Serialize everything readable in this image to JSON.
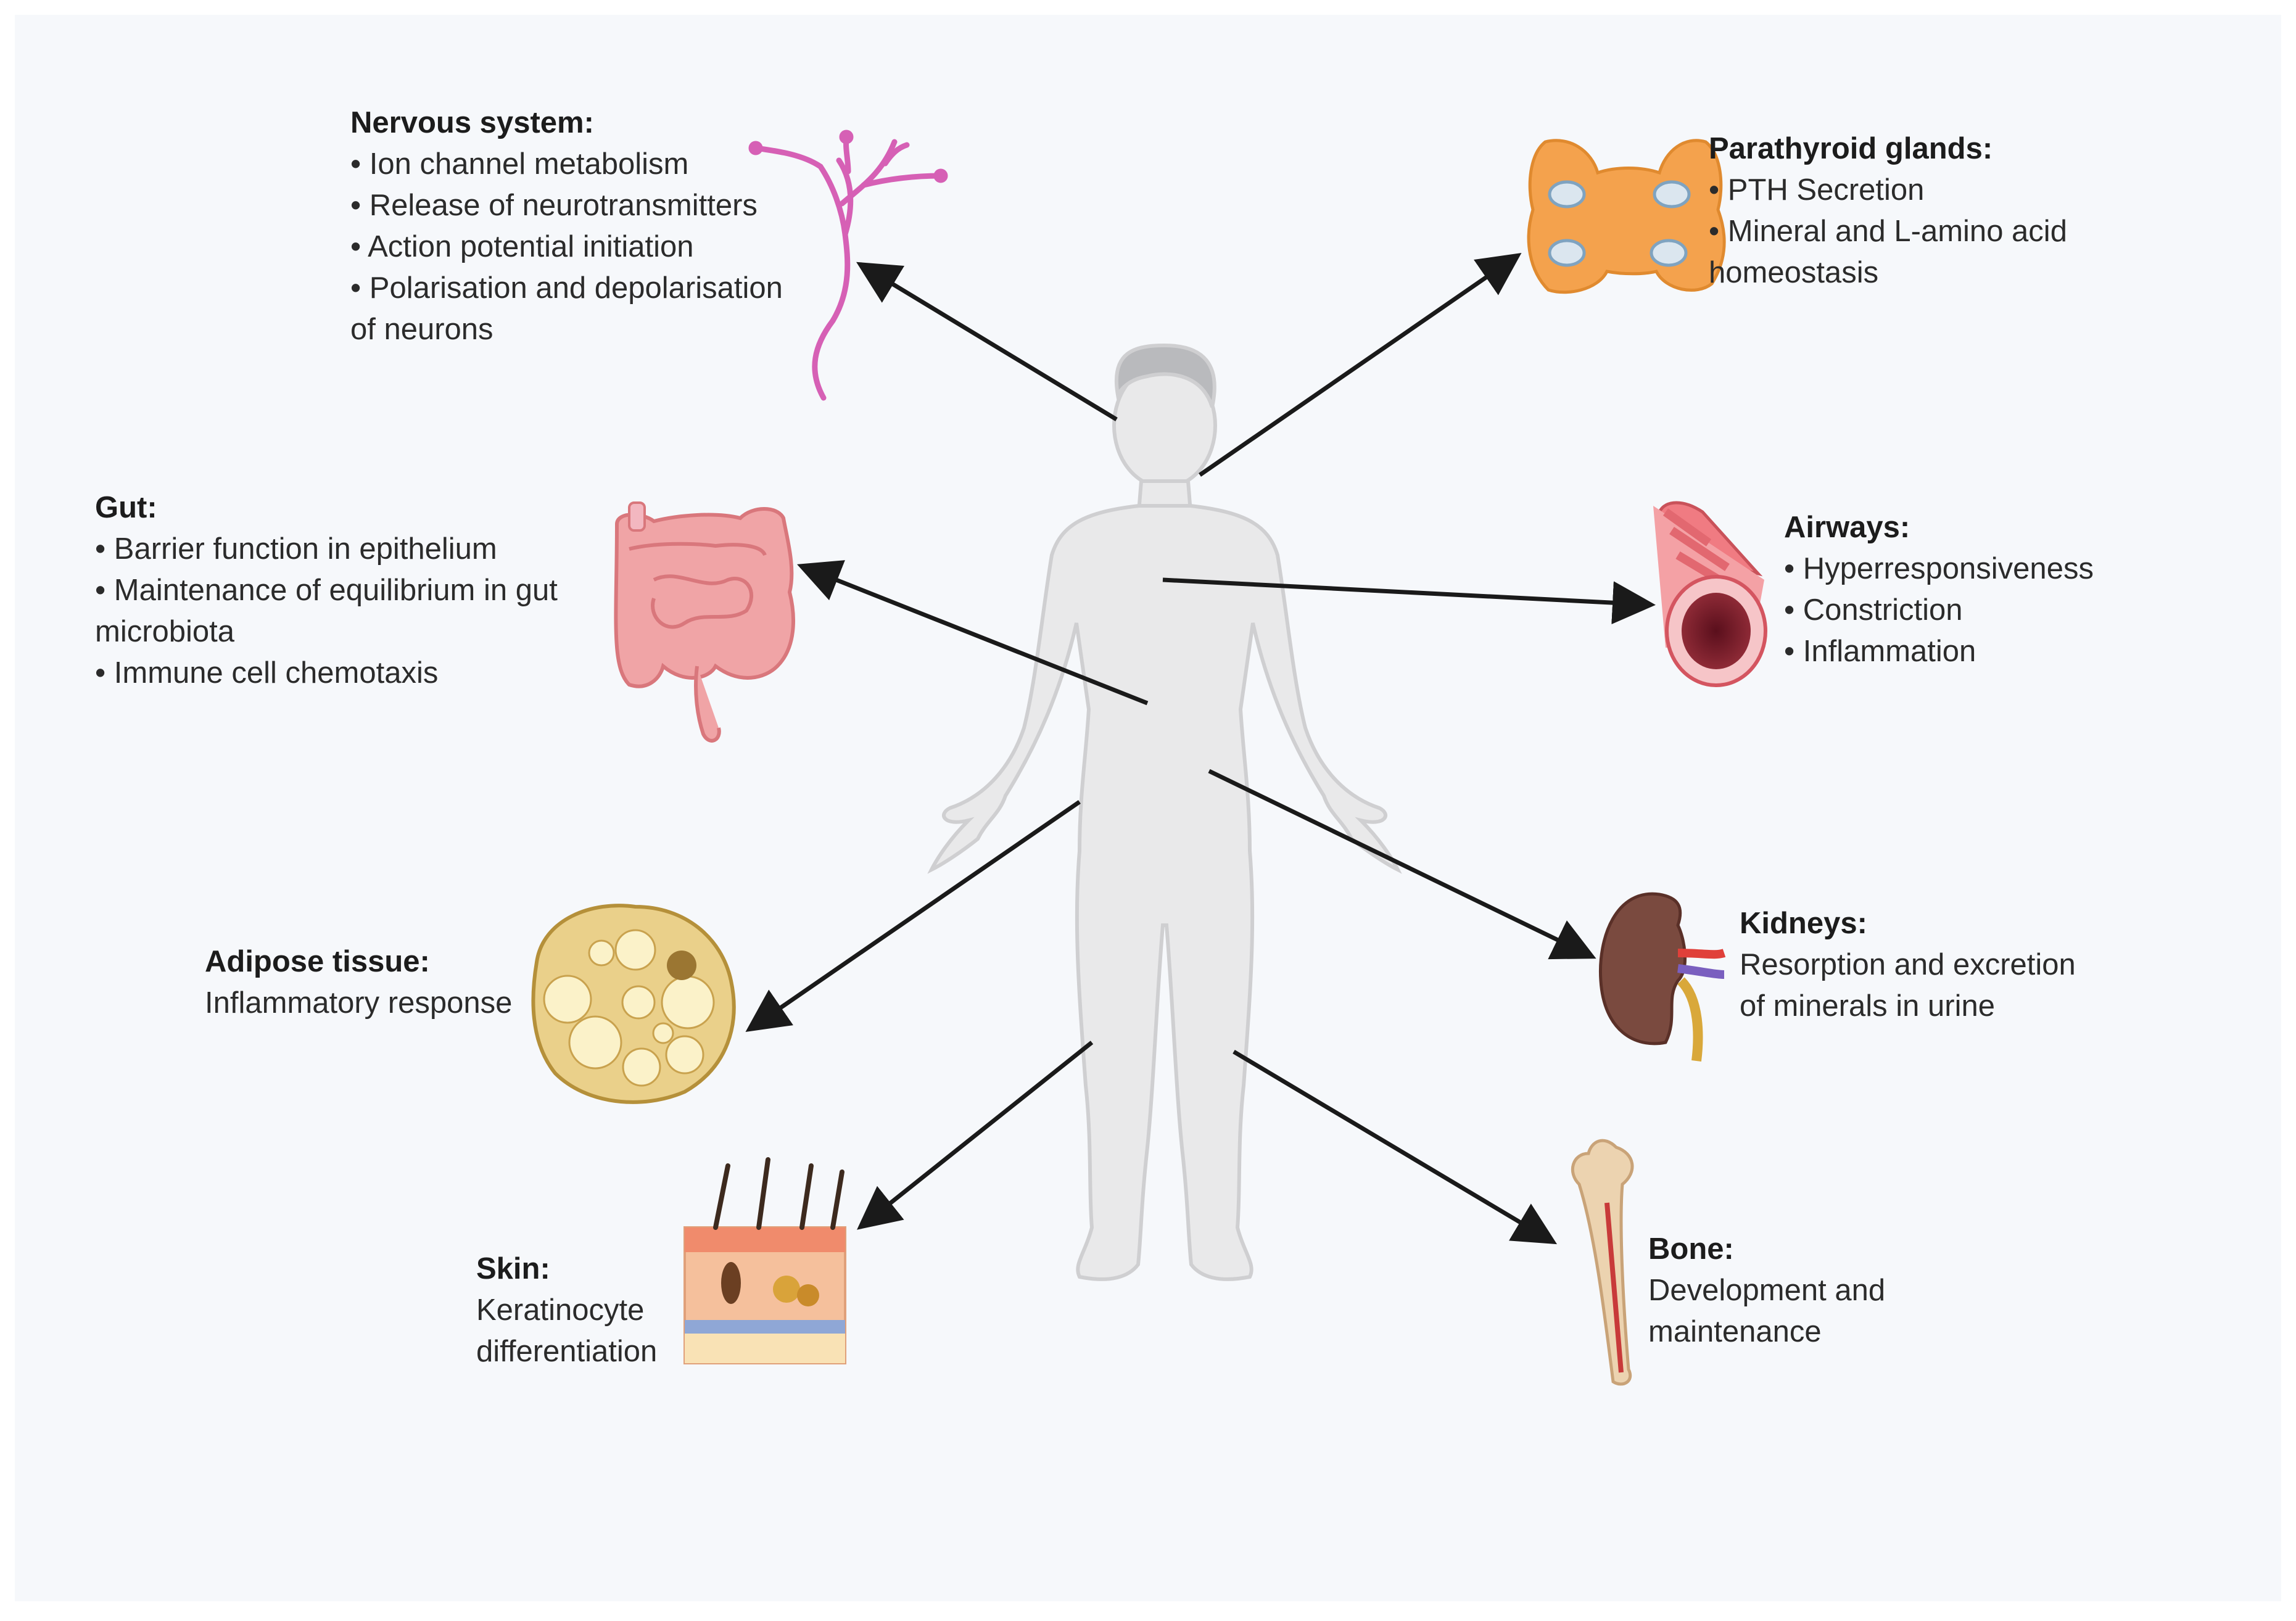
{
  "colors": {
    "background": "#f6f8fb",
    "arrow": "#1a1a1a",
    "body": "#e9e9ea",
    "neuron": "#d660b5",
    "parathyroid": "#f4a24d",
    "gut": "#e88a8f",
    "airway": "#e2646b",
    "adipose": "#d8b85c",
    "kidney": "#7a4a3f",
    "skin": "#f2b38a",
    "bone": "#e9c9a2"
  },
  "organs": [
    {
      "key": "nervous",
      "title": "Nervous system:",
      "bullets": [
        "• Ion channel metabolism",
        "• Release of neurotransmitters",
        "• Action potential initiation",
        "• Polarisation and depolarisation"
      ],
      "continuation": "of neurons",
      "icon": "neuron-icon"
    },
    {
      "key": "parathyroid",
      "title": "Parathyroid glands:",
      "bullets": [
        "• PTH Secretion",
        "• Mineral and L-amino acid"
      ],
      "continuation": "homeostasis",
      "icon": "parathyroid-icon"
    },
    {
      "key": "gut",
      "title": "Gut:",
      "bullets": [
        "• Barrier function in epithelium",
        "• Maintenance of equilibrium in gut"
      ],
      "continuation": "microbiota",
      "bullets2": [
        "• Immune cell chemotaxis"
      ],
      "icon": "intestine-icon"
    },
    {
      "key": "airways",
      "title": "Airways:",
      "bullets": [
        "• Hyperresponsiveness",
        "• Constriction",
        "• Inflammation"
      ],
      "icon": "airway-icon"
    },
    {
      "key": "adipose",
      "title": "Adipose tissue:",
      "lines": [
        "Inflammatory response"
      ],
      "icon": "adipose-icon"
    },
    {
      "key": "kidneys",
      "title": "Kidneys:",
      "lines": [
        "Resorption and excretion",
        "of minerals in urine"
      ],
      "icon": "kidney-icon"
    },
    {
      "key": "skin",
      "title": "Skin:",
      "lines": [
        "Keratinocyte",
        "differentiation"
      ],
      "icon": "skin-icon"
    },
    {
      "key": "bone",
      "title": "Bone:",
      "lines": [
        "Development and",
        "maintenance"
      ],
      "icon": "bone-icon"
    }
  ]
}
